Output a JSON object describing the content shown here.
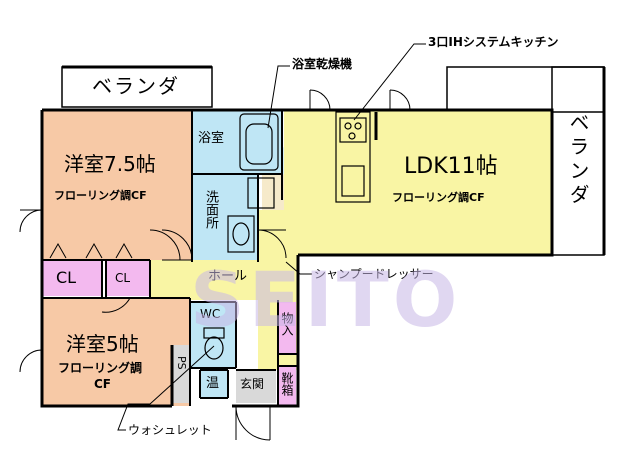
{
  "colors": {
    "western_room": "#f7c9a6",
    "ldk": "#f9f5a4",
    "hall": "#f9f5a4",
    "bath": "#bfe6f5",
    "closet": "#f3b9ef",
    "storage": "#f3b9ef",
    "toilet": "#bfe6f5",
    "genkan": "#d9d9d9",
    "ps": "#d9d9d9",
    "watermark": "#c8b8e6"
  },
  "icons": [
    "bathtub-icon",
    "sink-icon",
    "toilet-icon",
    "stove-icon",
    "door-swing-icon"
  ],
  "rooms": {
    "western1_name": "洋室7.5帖",
    "western1_floor": "フローリング調CF",
    "western2_name": "洋室5帖",
    "western2_floor_line1": "フローリング調",
    "western2_floor_line2": "CF",
    "ldk_name": "LDK11帖",
    "ldk_floor": "フローリング調CF",
    "bath": "浴室",
    "washroom": "洗面所",
    "cl1": "CL",
    "cl2": "CL",
    "hall": "ホール",
    "wc": "WC",
    "storage": "物入",
    "shoebox": "靴箱",
    "genkan": "玄関",
    "ps": "PS",
    "water_heater": "温"
  },
  "balconies": {
    "top": "ベランダ",
    "right": "ベランダ"
  },
  "callouts": {
    "bath_dryer": "浴室乾燥機",
    "ih_kitchen": "3口IHシステムキッチン",
    "shampoo_dresser": "シャンプードレッサー",
    "washlet": "ウォシュレット"
  },
  "watermark": "SEITO"
}
